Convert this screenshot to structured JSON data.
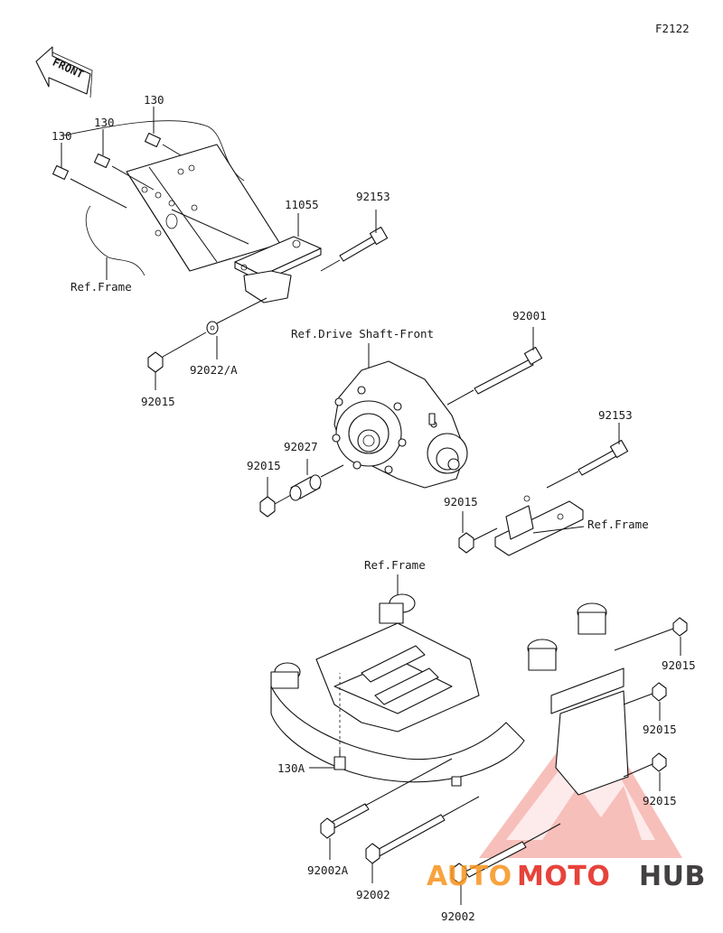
{
  "figure_code": "F2122",
  "front_label": "FRONT",
  "parts": {
    "bolt_130_a": "130",
    "bolt_130_b": "130",
    "bolt_130_c": "130",
    "bracket": "11055",
    "bolt_92153_top": "92153",
    "ref_frame_top": "Ref.Frame",
    "washer": "92022/A",
    "nut_92015_top": "92015",
    "ref_drive_shaft": "Ref.Drive Shaft-Front",
    "bolt_92001": "92001",
    "collar": "92027",
    "nut_92015_left": "92015",
    "bolt_92153_mid": "92153",
    "nut_92015_mid": "92015",
    "ref_frame_mid": "Ref.Frame",
    "ref_frame_bottom": "Ref.Frame",
    "nut_92015_r1": "92015",
    "nut_92015_r2": "92015",
    "nut_92015_r3": "92015",
    "bolt_130A": "130A",
    "bolt_92002A": "92002A",
    "bolt_92002_a": "92002",
    "bolt_92002_b": "92002"
  },
  "watermark": {
    "part1": "AUTO",
    "part2": "MOTO",
    "part3": "HUB",
    "color_red": "#e2231a",
    "color_orange": "#f7941d",
    "color_dark": "#231f20"
  }
}
